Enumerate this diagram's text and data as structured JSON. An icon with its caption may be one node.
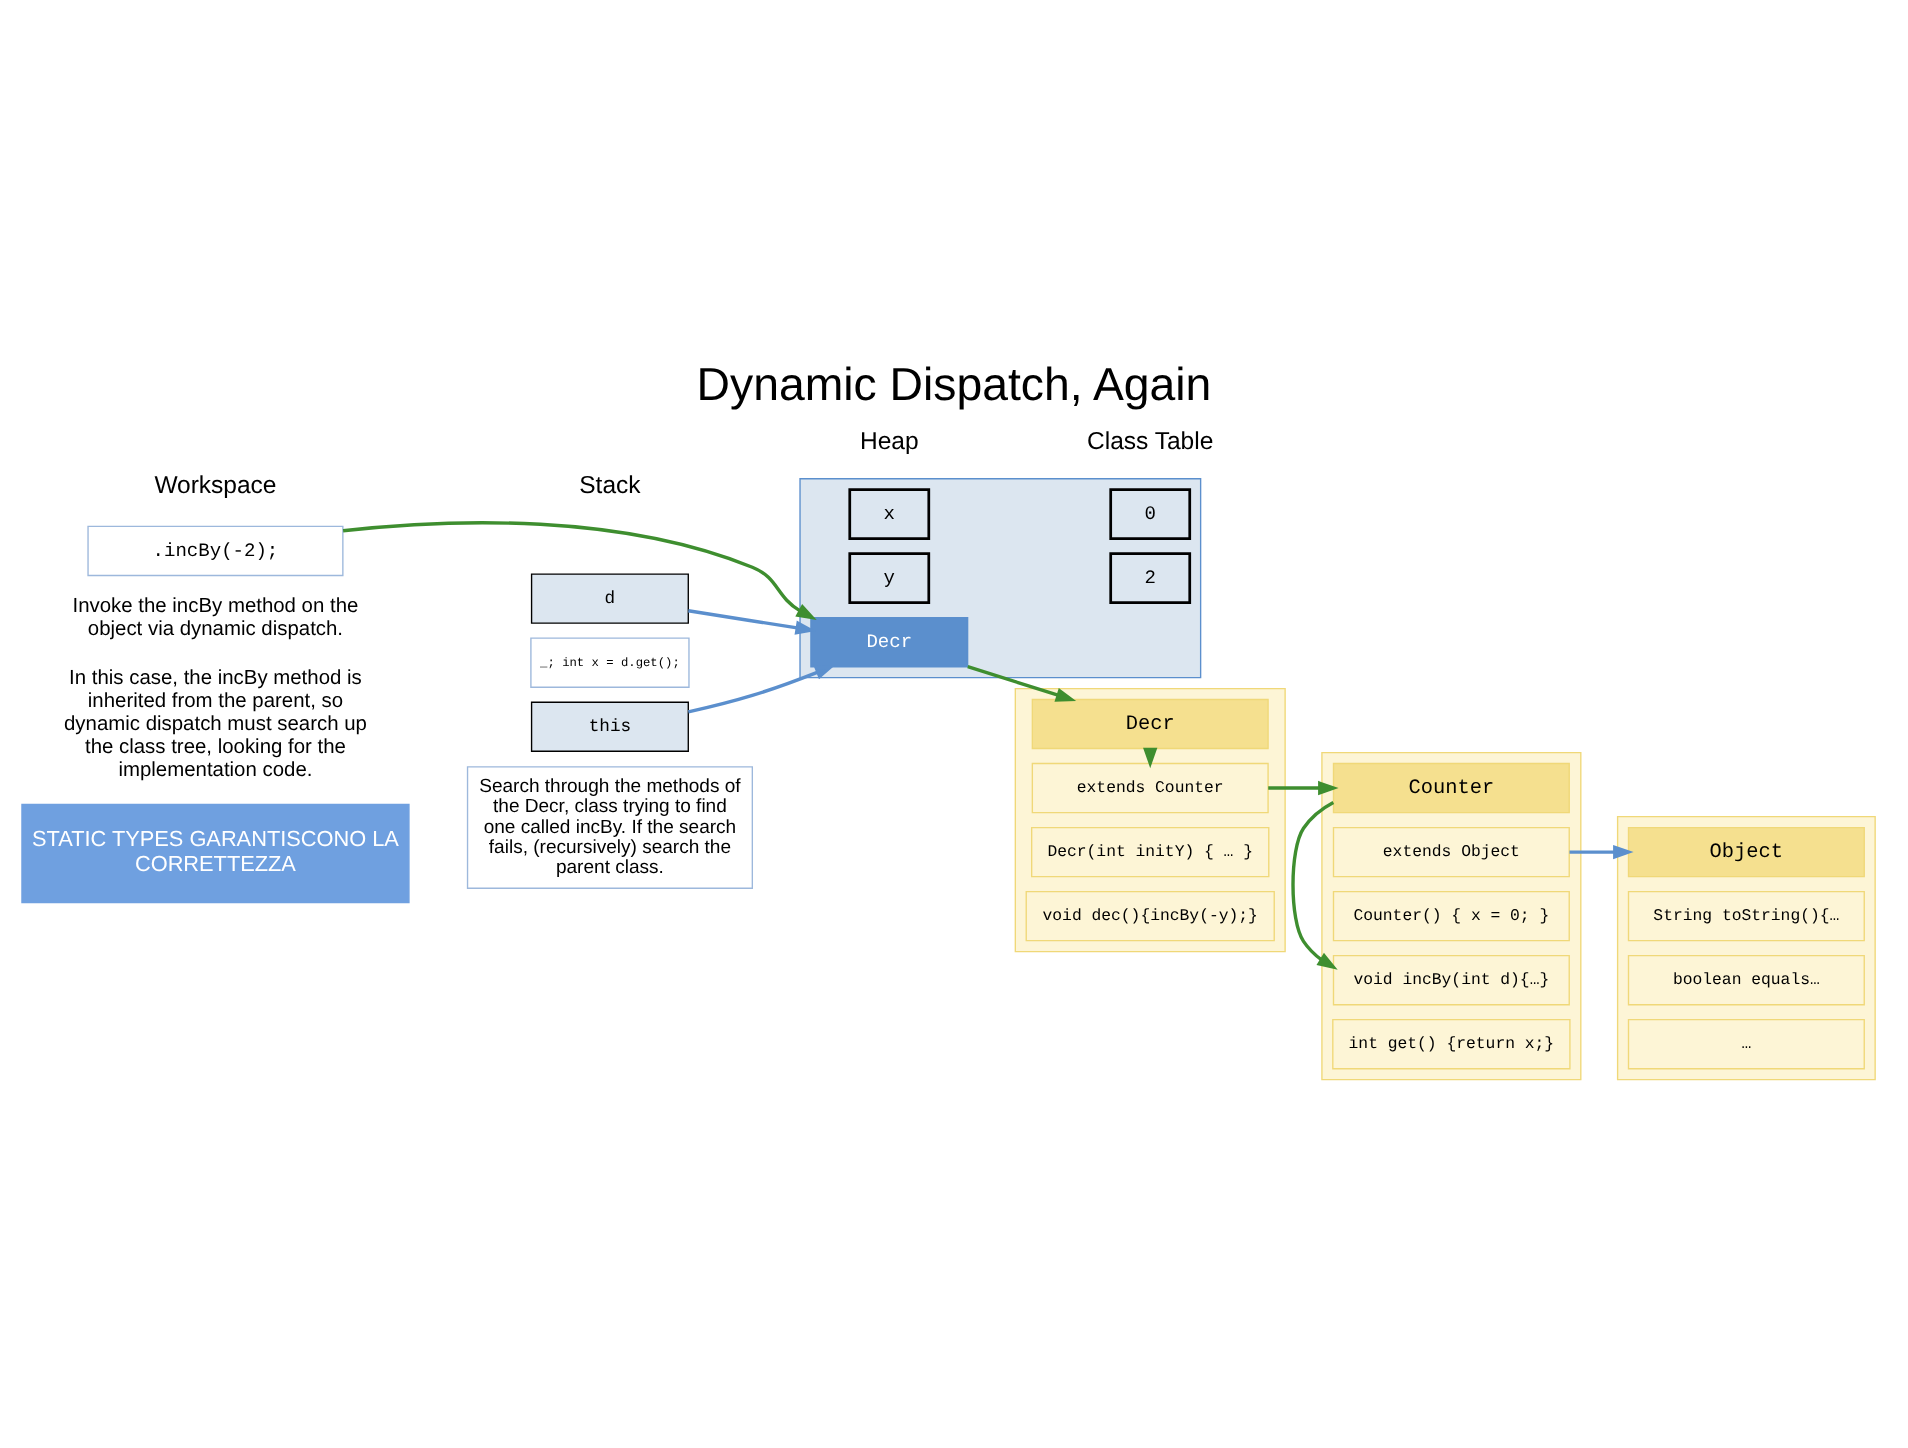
{
  "diagram": {
    "title": "Dynamic Dispatch, Again",
    "nodes": [
      {
        "text": [
          ".incBy(-2);"
        ]
      },
      {
        "text": [
          "d"
        ]
      },
      {
        "text": [
          "_; int x = d.get();"
        ]
      },
      {
        "text": [
          "this"
        ]
      },
      {
        "text": [],
        "shape": "box"
      },
      {
        "text": [
          "Decr"
        ],
        "in": 4
      },
      {
        "text": [
          "x"
        ],
        "in": 4
      },
      {
        "text": [
          "0"
        ],
        "in": 4
      },
      {
        "text": [
          "y"
        ],
        "in": 4
      },
      {
        "text": [
          "2"
        ],
        "in": 4
      },
      {
        "text": [],
        "shape": "box"
      },
      {
        "text": [
          "Object"
        ],
        "in": 10
      },
      {
        "text": [
          "String toString(){…"
        ],
        "in": 10
      },
      {
        "text": [
          "boolean equals…"
        ],
        "in": 10
      },
      {
        "text": [
          "…"
        ],
        "in": 10
      },
      {
        "text": [],
        "shape": "box"
      },
      {
        "text": [
          "Counter"
        ],
        "in": 15
      },
      {
        "text": [
          "extends Object"
        ],
        "in": 15
      },
      {
        "text": [
          "Counter() { x = 0; }"
        ],
        "in": 15
      },
      {
        "text": [
          "void incBy(int d){…}"
        ],
        "in": 15
      },
      {
        "text": [
          "int get() {return x;}"
        ],
        "in": 15
      },
      {
        "text": [],
        "shape": "box"
      },
      {
        "text": [
          "Decr"
        ],
        "in": 21
      },
      {
        "text": [
          "extends Counter"
        ],
        "in": 21
      },
      {
        "text": [
          "Decr(int initY) { … }"
        ],
        "in": 21
      },
      {
        "text": [
          "void dec(){incBy(-y);}"
        ],
        "in": 21
      },
      {
        "text": [
          "Search through the methods of the Decr, class trying to find one called incBy. If the search fails, (recursively) search the parent class."
        ]
      },
      {
        "text": [
          "STATIC TYPES GARANTISCONO LA CORRETTEZZA"
        ]
      }
    ],
    "edges": [
      {
        "from": 0,
        "to": 5,
        "arrow": "to"
      },
      {
        "from": 1,
        "to": 5,
        "arrow": "to",
        "color": "#5b8fcd"
      },
      {
        "from": 3,
        "to": 5,
        "arrow": "to",
        "color": "#5b8fcd"
      },
      {
        "from": 5,
        "to": 22,
        "arrow": "to"
      },
      {
        "from": 22,
        "to": 23,
        "arrow": "to"
      },
      {
        "from": 23,
        "to": 16,
        "arrow": "to"
      },
      {
        "from": 16,
        "to": 19,
        "arrow": "to"
      },
      {
        "from": 17,
        "to": 11,
        "arrow": "to",
        "color": "#5b8fcd"
      }
    ],
    "labels": [
      "Workspace",
      "Stack",
      "Heap",
      "Class Table",
      "Invoke the incBy method on the object via dynamic dispatch.",
      "In this case, the incBy method is inherited from the parent, so dynamic dispatch must search up the class tree, looking for the implementation code."
    ]
  }
}
